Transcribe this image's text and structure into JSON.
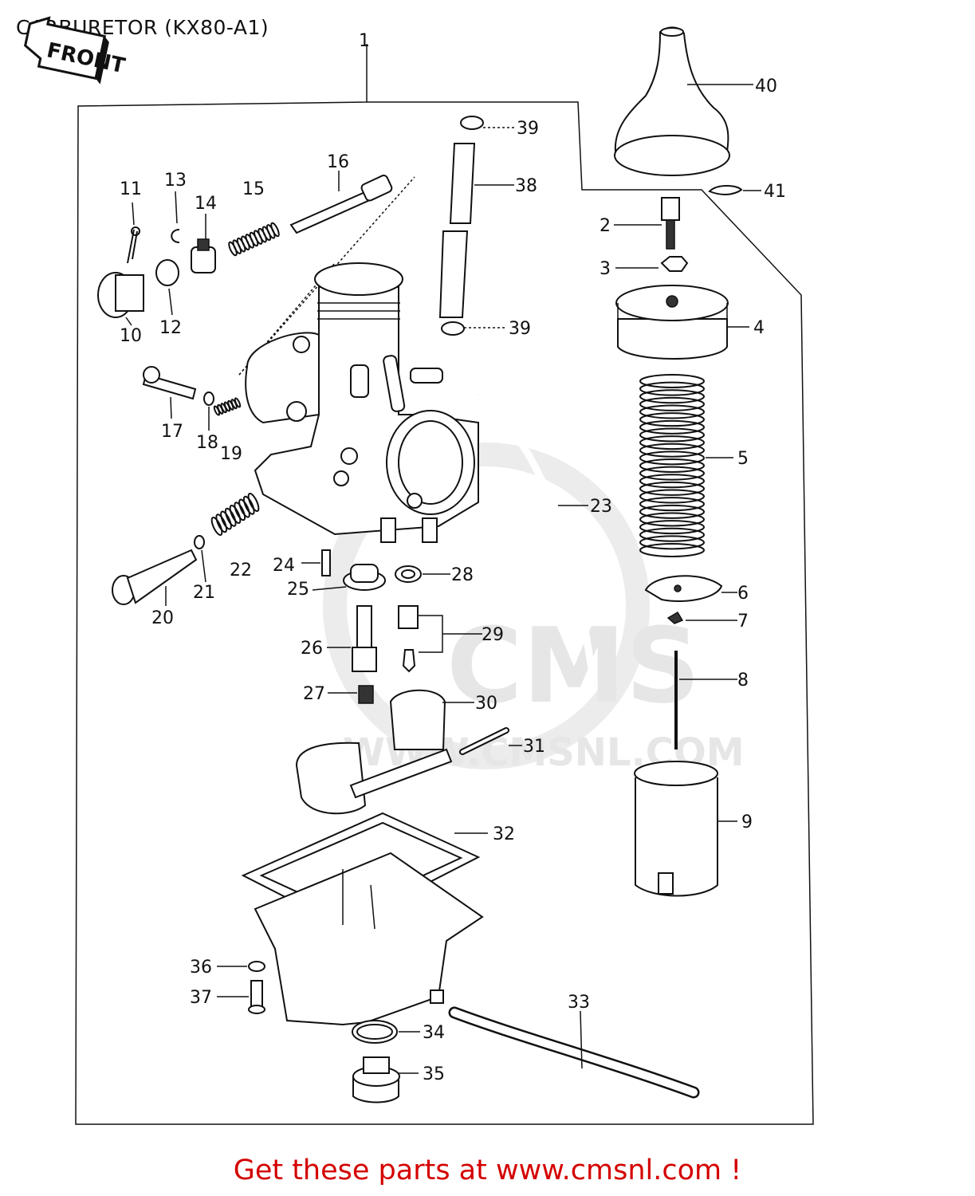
{
  "title": "CARBURETOR (KX80-A1)",
  "front_arrow": "FRONT",
  "watermark": {
    "big": "CMS",
    "url": "WWW.CMSNL.COM"
  },
  "footer": "Get these parts at www.cmsnl.com !",
  "labels": [
    "1",
    "2",
    "3",
    "4",
    "5",
    "6",
    "7",
    "8",
    "9",
    "10",
    "11",
    "12",
    "13",
    "14",
    "15",
    "16",
    "17",
    "18",
    "19",
    "20",
    "21",
    "22",
    "23",
    "24",
    "25",
    "26",
    "27",
    "28",
    "29",
    "30",
    "31",
    "32",
    "33",
    "34",
    "35",
    "36",
    "37",
    "38",
    "39",
    "39",
    "40",
    "41"
  ],
  "colors": {
    "footer_text": "#d40000",
    "line": "#111111",
    "watermark": "#e6e6e6"
  }
}
